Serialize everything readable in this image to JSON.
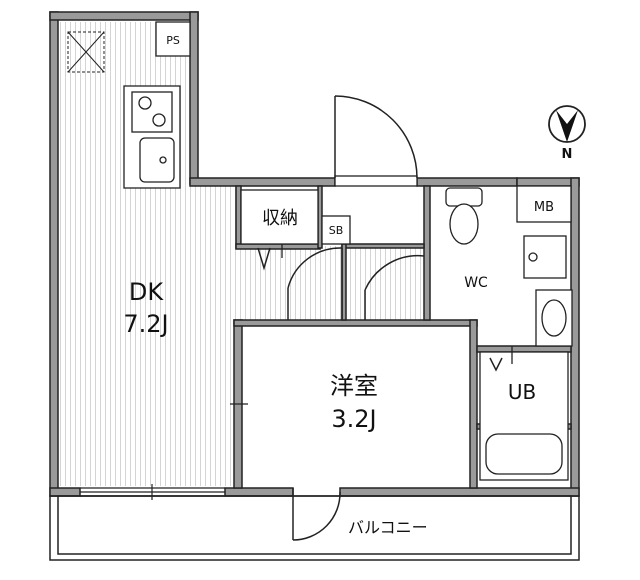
{
  "rooms": {
    "dk_name": "DK",
    "dk_size": "7.2J",
    "western_name": "洋室",
    "western_size": "3.2J",
    "storage": "収納",
    "sb": "SB",
    "wc": "WC",
    "ub": "UB",
    "ps": "PS",
    "mb": "MB",
    "balcony": "バルコニー"
  },
  "compass": {
    "north": "N"
  },
  "colors": {
    "wall": "#9a9a9a",
    "line": "#222222",
    "hatch": "#d8d8d8"
  }
}
